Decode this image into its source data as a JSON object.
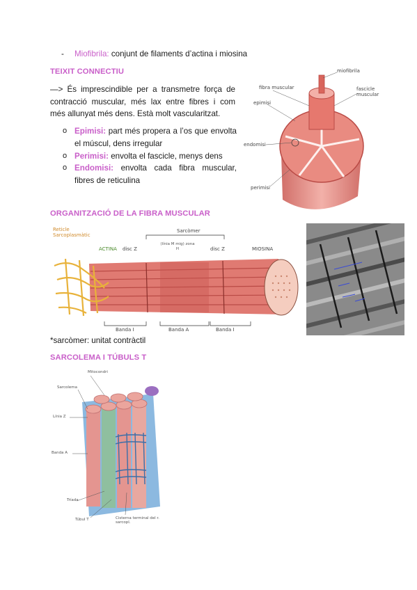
{
  "miofibril": {
    "dash": "-",
    "term": "Miofibrila:",
    "def": "conjunt de filaments d’actina i miosina"
  },
  "connective": {
    "heading": "TEIXIT CONNECTIU",
    "intro": "—> És imprescindible per a transmetre força de contracció muscular, més lax entre fibres i com més allunyat més dens. Està molt vascularitzat.",
    "items": [
      {
        "marker": "o",
        "term": "Epimisi:",
        "def": "part més propera a l’os que envolta el múscul, dens irregular"
      },
      {
        "marker": "o",
        "term": "Perimisi:",
        "def": "envolta el fascicle, menys dens"
      },
      {
        "marker": "o",
        "term": "Endomisi:",
        "def": "envolta cada fibra muscular, fibres de reticulina"
      }
    ]
  },
  "muscle_figure": {
    "labels": {
      "miofibrila": "miofibrila",
      "fibra": "fibra muscular",
      "fascicle": "fascicle muscular",
      "epimisi": "epimisi",
      "endomisi": "endomisi",
      "perimisi": "perimisi"
    }
  },
  "organization": {
    "heading": "ORGANITZACIÓ DE LA FIBRA MUSCULAR"
  },
  "fiber_figure": {
    "labels": {
      "reticle": "Reticle Sarcoplasmàtic",
      "sarcomer": "Sarcòmer",
      "actina": "ACTINA",
      "disc1": "disc Z",
      "zona": "(línia M mig) zona H",
      "disc2": "disc Z",
      "miosina": "MIOSINA",
      "banda_i1": "Banda I",
      "banda_a": "Banda A",
      "banda_i2": "Banda I"
    }
  },
  "sarcomer_note": "*sarcòmer: unitat contràctil",
  "sarcolema": {
    "heading": "SARCOLEMA I TÚBULS T"
  },
  "t_figure": {
    "labels": {
      "mitocondri": "Mitocondri",
      "sarcolema": "Sarcolema",
      "linia_z": "Línia Z",
      "banda_a": "Banda A",
      "triada": "Tríada",
      "tubul": "Túbul T",
      "cisterna": "Cisterna terminal del r. sarcopl."
    }
  },
  "colors": {
    "accent": "#c95fc9",
    "muscle": "#e07a72",
    "muscle_dark": "#b94a45",
    "reticle": "#f2c14e"
  }
}
